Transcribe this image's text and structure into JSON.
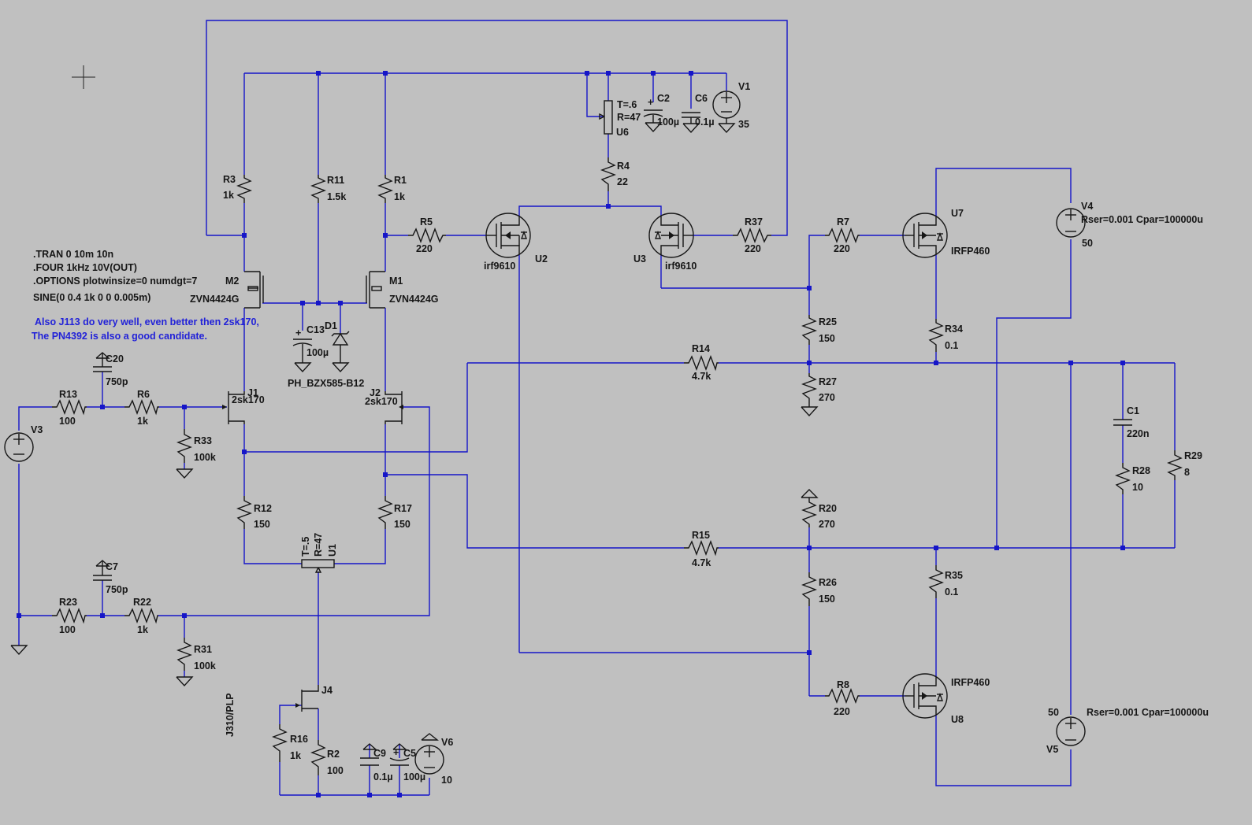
{
  "directives": [
    ".TRAN 0 10m 10n",
    ".FOUR 1kHz 10V(OUT)",
    ".OPTIONS plotwinsize=0 numdgt=7",
    "SINE(0 0.4 1k 0 0 0.005m)"
  ],
  "notes": [
    "Also J113 do very well, even better then 2sk170,",
    "The PN4392 is also a good candidate."
  ],
  "labels": {
    "R3": "R3",
    "R3v": "1k",
    "R11": "R11",
    "R11v": "1.5k",
    "R1": "R1",
    "R1v": "1k",
    "R5": "R5",
    "R5v": "220",
    "R4": "R4",
    "R4v": "22",
    "R37": "R37",
    "R37v": "220",
    "R7": "R7",
    "R7v": "220",
    "R25": "R25",
    "R25v": "150",
    "R27": "R27",
    "R27v": "270",
    "R34": "R34",
    "R34v": "0.1",
    "R14": "R14",
    "R14v": "4.7k",
    "R13": "R13",
    "R13v": "100",
    "R6": "R6",
    "R6v": "1k",
    "R33": "R33",
    "R33v": "100k",
    "R12": "R12",
    "R12v": "150",
    "R17": "R17",
    "R17v": "150",
    "R20": "R20",
    "R20v": "270",
    "R15": "R15",
    "R15v": "4.7k",
    "R26": "R26",
    "R26v": "150",
    "R35": "R35",
    "R35v": "0.1",
    "R23": "R23",
    "R23v": "100",
    "R22": "R22",
    "R22v": "1k",
    "R31": "R31",
    "R31v": "100k",
    "R8": "R8",
    "R8v": "220",
    "R16": "R16",
    "R16v": "1k",
    "R2": "R2",
    "R2v": "100",
    "R28": "R28",
    "R28v": "10",
    "R29": "R29",
    "R29v": "8",
    "C2": "C2",
    "C2v": "100µ",
    "C6": "C6",
    "C6v": "0.1µ",
    "C13": "C13",
    "C13v": "100µ",
    "C20": "C20",
    "C20v": "750p",
    "C7": "C7",
    "C7v": "750p",
    "C9": "C9",
    "C9v": "0.1µ",
    "C5": "C5",
    "C5v": "100µ",
    "C1": "C1",
    "C1v": "220n",
    "V1": "V1",
    "V1v": "35",
    "V3": "V3",
    "V4": "V4",
    "V4v": "50",
    "V4p": "Rser=0.001 Cpar=100000u",
    "V5": "V5",
    "V5v": "50",
    "V5p": "Rser=0.001 Cpar=100000u",
    "V6": "V6",
    "V6v": "10",
    "U6": "U6",
    "U6t": "T=.6",
    "U6r": "R=47",
    "U1": "U1",
    "U1t": "T=.5",
    "U1r": "R=47",
    "U2": "U2",
    "U2m": "irf9610",
    "U3": "U3",
    "U3m": "irf9610",
    "U7": "U7",
    "U7m": "IRFP460",
    "U8": "U8",
    "U8m": "IRFP460",
    "M1": "M1",
    "M1m": "ZVN4424G",
    "M2": "M2",
    "M2m": "ZVN4424G",
    "J1": "J1",
    "J1m": "2sk170",
    "J2": "J2",
    "J2m": "2sk170",
    "J4": "J4",
    "J4m": "J310/PLP",
    "D1": "D1",
    "D1m": "PH_BZX585-B12"
  }
}
